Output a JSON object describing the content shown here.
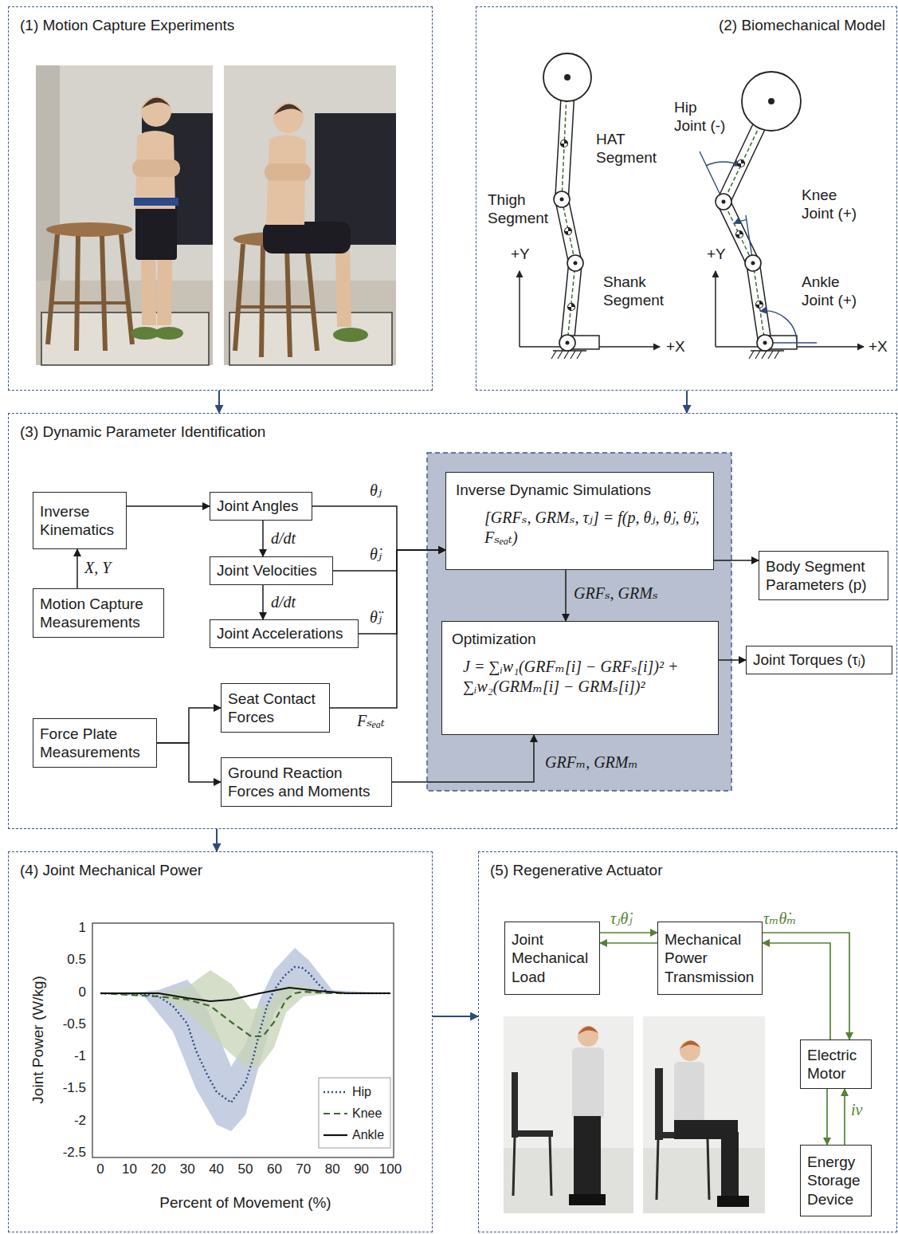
{
  "diagram": {
    "nodes": [
      {
        "text": [
          "(1) Motion Capture Experiments"
        ]
      },
      {
        "text": [
          "(2) Biomechanical Model"
        ]
      },
      {
        "text": [
          "(3) Dynamic Parameter Identification"
        ]
      },
      {
        "text": [
          "Inverse Kinematics"
        ],
        "in": 2
      },
      {
        "text": [
          "Joint Angles"
        ],
        "in": 2
      },
      {
        "text": [
          "Joint Velocities"
        ],
        "in": 2
      },
      {
        "text": [
          "Joint Accelerations"
        ],
        "in": 2
      },
      {
        "text": [
          "Motion Capture Measurements"
        ],
        "in": 2
      },
      {
        "text": [
          "Force Plate Measurements"
        ],
        "in": 2
      },
      {
        "text": [
          "Seat Contact Forces"
        ],
        "in": 2
      },
      {
        "text": [
          "Ground Reaction Forces and Moments"
        ],
        "in": 2
      },
      {
        "text": [
          "Inverse Dynamic Simulations",
          "[GRFₛ, GRMₛ, τⱼ] = f(p, θⱼ, θ̇ⱼ, θ̈ⱼ, Fₛₑₐₜ)"
        ],
        "in": 2
      },
      {
        "text": [
          "Optimization",
          "J = ∑ᵢw₁(GRFₘ[i] − GRFₛ[i])² + ∑ᵢw₂(GRMₘ[i] − GRMₛ[i])²"
        ],
        "in": 2
      },
      {
        "text": [
          "Body Segment Parameters (p)"
        ],
        "in": 2
      },
      {
        "text": [
          "Joint Torques (τⱼ)"
        ],
        "in": 2
      },
      {
        "text": [
          "(4) Joint Mechanical Power"
        ]
      },
      {
        "text": [
          "(5) Regenerative Actuator"
        ]
      },
      {
        "text": [
          "Joint Mechanical Load"
        ],
        "in": 16
      },
      {
        "text": [
          "Mechanical Power Transmission"
        ],
        "in": 16
      },
      {
        "text": [
          "Electric Motor"
        ],
        "in": 16
      },
      {
        "text": [
          "Energy Storage Device"
        ],
        "in": 16
      }
    ],
    "edges": [
      {
        "from": 0,
        "to": 2,
        "arrow": "to"
      },
      {
        "from": 1,
        "to": 2,
        "arrow": "to"
      },
      {
        "from": 2,
        "to": 15,
        "arrow": "to"
      },
      {
        "from": 15,
        "to": 16,
        "arrow": "to"
      },
      {
        "from": 7,
        "to": 3,
        "label": "X, Y",
        "arrow": "to"
      },
      {
        "from": 3,
        "to": 4,
        "arrow": "to"
      },
      {
        "from": 4,
        "to": 5,
        "label": "d/dt",
        "arrow": "to"
      },
      {
        "from": 5,
        "to": 6,
        "label": "d/dt",
        "arrow": "to"
      },
      {
        "from": 4,
        "to": 11,
        "label": "θⱼ",
        "arrow": "to"
      },
      {
        "from": 5,
        "to": 11,
        "label": "θ̇ⱼ",
        "arrow": "to"
      },
      {
        "from": 6,
        "to": 11,
        "label": "θ̈ⱼ",
        "arrow": "to"
      },
      {
        "from": 9,
        "to": 11,
        "label": "Fₛₑₐₜ",
        "arrow": "to"
      },
      {
        "from": 8,
        "to": 9,
        "arrow": "to"
      },
      {
        "from": 8,
        "to": 10,
        "arrow": "to"
      },
      {
        "from": 11,
        "to": 12,
        "label": "GRFₛ, GRMₛ",
        "arrow": "to"
      },
      {
        "from": 10,
        "to": 12,
        "label": "GRFₘ, GRMₘ",
        "arrow": "to"
      },
      {
        "from": 11,
        "to": 13,
        "arrow": "to"
      },
      {
        "from": 12,
        "to": 14,
        "arrow": "to"
      },
      {
        "from": 17,
        "to": 18,
        "label": "τⱼθ̇ⱼ",
        "arrow": "to"
      },
      {
        "from": 18,
        "to": 17,
        "arrow": "to"
      },
      {
        "from": 18,
        "to": 19,
        "label": "τₘθ̇ₘ",
        "arrow": "to"
      },
      {
        "from": 19,
        "to": 18,
        "arrow": "to"
      },
      {
        "from": 19,
        "to": 20,
        "arrow": "to"
      },
      {
        "from": 20,
        "to": 19,
        "label": "iv",
        "arrow": "to"
      }
    ],
    "labels": [
      "HAT Segment",
      "Thigh Segment",
      "Shank Segment",
      "+Y",
      "+X",
      "Hip Joint (-)",
      "Knee Joint (+)",
      "Ankle Joint (+)",
      "+Y",
      "+X",
      "1",
      "0.5",
      "0",
      "-0.5",
      "-1",
      "-1.5",
      "-2",
      "-2.5",
      "0",
      "10",
      "20",
      "30",
      "40",
      "50",
      "60",
      "70",
      "80",
      "90",
      "100",
      "Joint Power (W/kg)",
      "Percent of Movement (%)"
    ],
    "legend": [
      {
        "text": "Hip"
      },
      {
        "text": "Knee"
      },
      {
        "text": "Ankle"
      }
    ]
  }
}
